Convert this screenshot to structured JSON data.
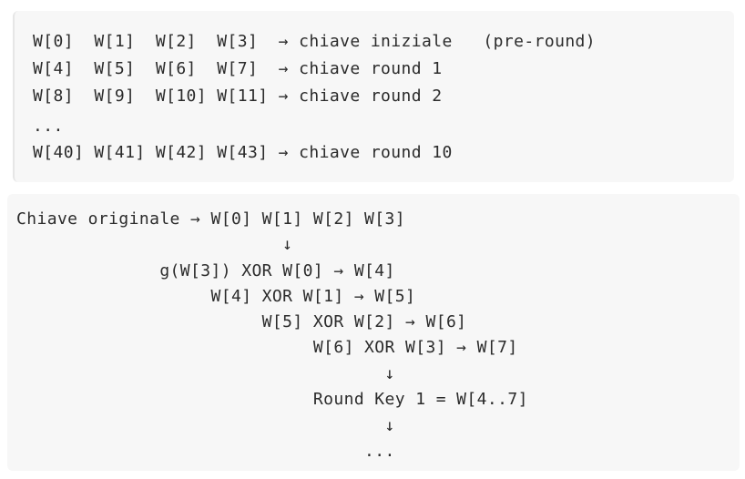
{
  "key_schedule_table": {
    "lines": [
      "W[0]  W[1]  W[2]  W[3]  → chiave iniziale   (pre-round)",
      "W[4]  W[5]  W[6]  W[7]  → chiave round 1",
      "W[8]  W[9]  W[10] W[11] → chiave round 2",
      "...",
      "W[40] W[41] W[42] W[43] → chiave round 10"
    ]
  },
  "key_expansion_flow": {
    "lines": [
      "Chiave originale → W[0] W[1] W[2] W[3]",
      "                          ↓",
      "              g(W[3]) XOR W[0] → W[4]",
      "                   W[4] XOR W[1] → W[5]",
      "                        W[5] XOR W[2] → W[6]",
      "                             W[6] XOR W[3] → W[7]",
      "                                    ↓",
      "                             Round Key 1 = W[4..7]",
      "                                    ↓",
      "                                  ..."
    ]
  }
}
